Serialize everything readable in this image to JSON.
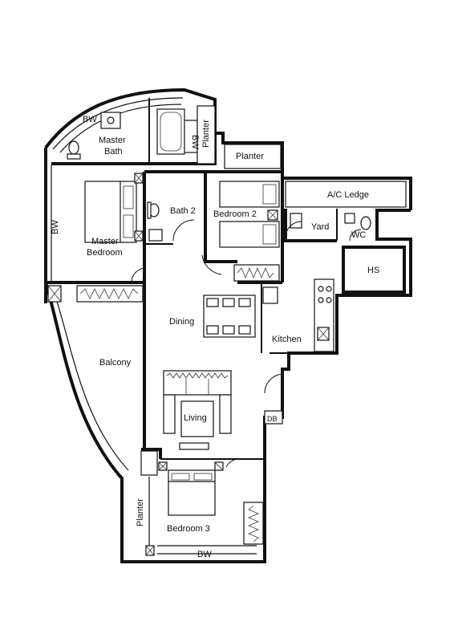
{
  "rooms": {
    "bw_top": "BW",
    "master_bath": [
      "Master",
      "Bath"
    ],
    "bw_bath": "BW",
    "planter_side": "Planter",
    "planter_top": "Planter",
    "bath2": "Bath 2",
    "bedroom2": "Bedroom 2",
    "ac_ledge": "A/C Ledge",
    "yard": "Yard",
    "wc": "WC",
    "hs": "HS",
    "bw_left": "BW",
    "master_bedroom": [
      "Master",
      "Bedroom"
    ],
    "dining": "Dining",
    "kitchen": "Kitchen",
    "balcony": "Balcony",
    "living": "Living",
    "db": "DB",
    "planter_bottom": "Planter",
    "bedroom3": "Bedroom 3",
    "bw_bottom": "BW"
  },
  "colors": {
    "wall": "#111111",
    "background": "#ffffff"
  }
}
